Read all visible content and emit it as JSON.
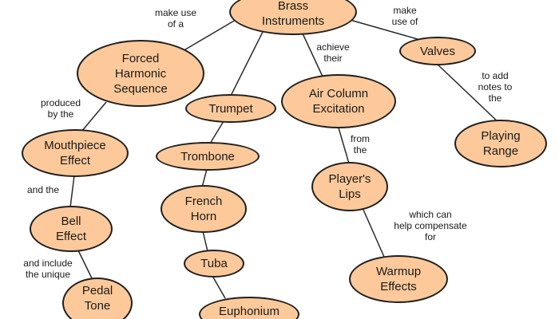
{
  "colors": {
    "node_fill": "#fdc99a",
    "node_border": "#1f1f1f",
    "edge": "#2a2a2a"
  },
  "nodes": {
    "brass": "Brass\nInstruments",
    "forced": "Forced\nHarmonic\nSequence",
    "trumpet": "Trumpet",
    "air": "Air Column\nExcitation",
    "valves": "Valves",
    "mouthpiece": "Mouthpiece\nEffect",
    "trombone": "Trombone",
    "range": "Playing\nRange",
    "french": "French\nHorn",
    "lips": "Player's\nLips",
    "bell": "Bell\nEffect",
    "tuba": "Tuba",
    "warmup": "Warmup\nEffects",
    "pedal": "Pedal\nTone",
    "euphonium": "Euphonium"
  },
  "links": {
    "make_use_of_a": "make use\nof a",
    "achieve_their": "achieve\ntheir",
    "make_use_of": "make\nuse of",
    "produced_by_the": "produced\nby the",
    "to_add_notes": "to add\nnotes to\nthe",
    "from_the": "from\nthe",
    "and_the": "and the",
    "which_can_help": "which can\nhelp compensate\nfor",
    "and_include_unique": "and include\nthe unique"
  }
}
